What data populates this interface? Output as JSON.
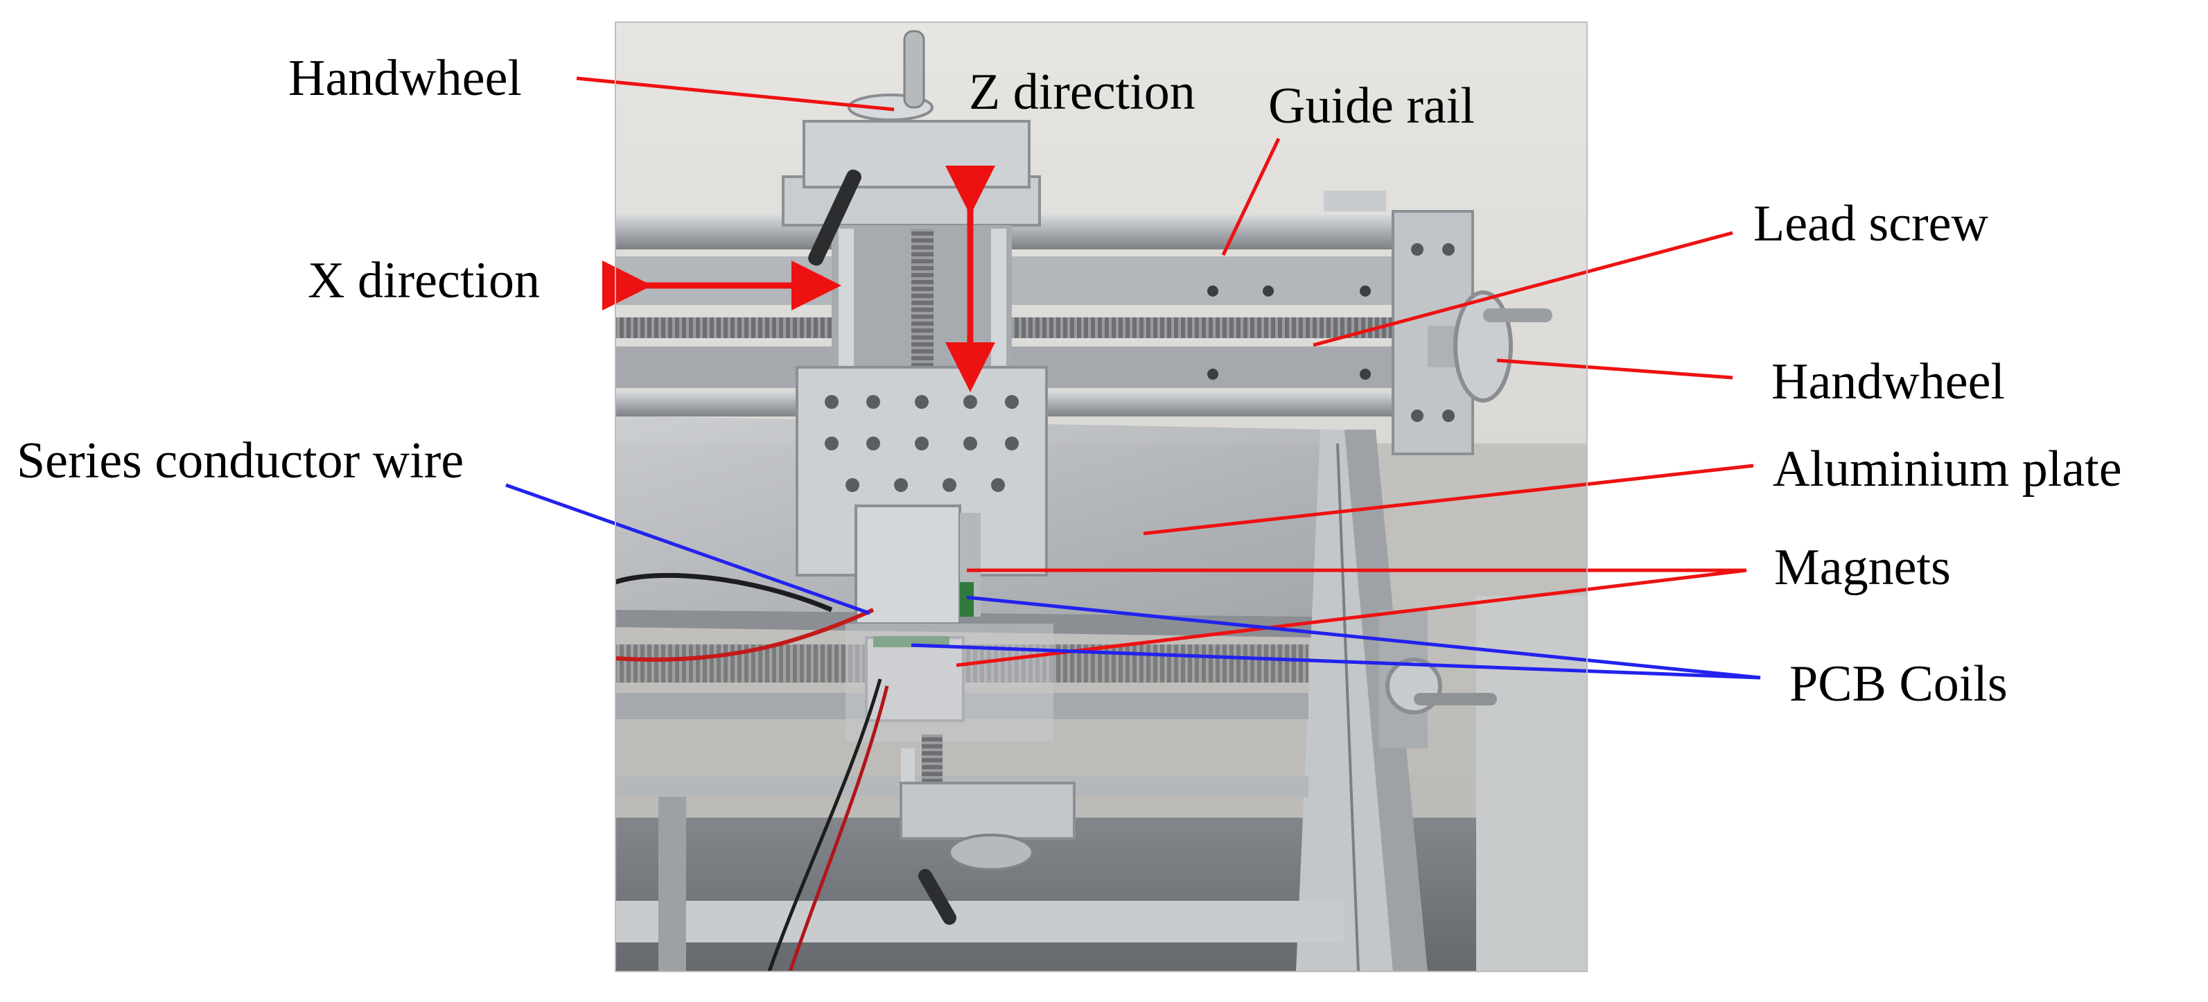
{
  "labels": {
    "handwheel_top": "Handwheel",
    "z_direction": "Z direction",
    "guide_rail": "Guide rail",
    "lead_screw": "Lead screw",
    "x_direction": "X direction",
    "handwheel_right": "Handwheel",
    "series_conductor_wire": "Series conductor wire",
    "aluminium_plate": "Aluminium plate",
    "magnets": "Magnets",
    "pcb_coils": "PCB Coils"
  },
  "colors": {
    "pointer_red": "#ee1111",
    "pointer_blue": "#2222ee",
    "arrow_red": "#ee1111",
    "wall": "#dcdad6",
    "aluminium": "#b9bcc0",
    "floor": "#8f9397"
  }
}
